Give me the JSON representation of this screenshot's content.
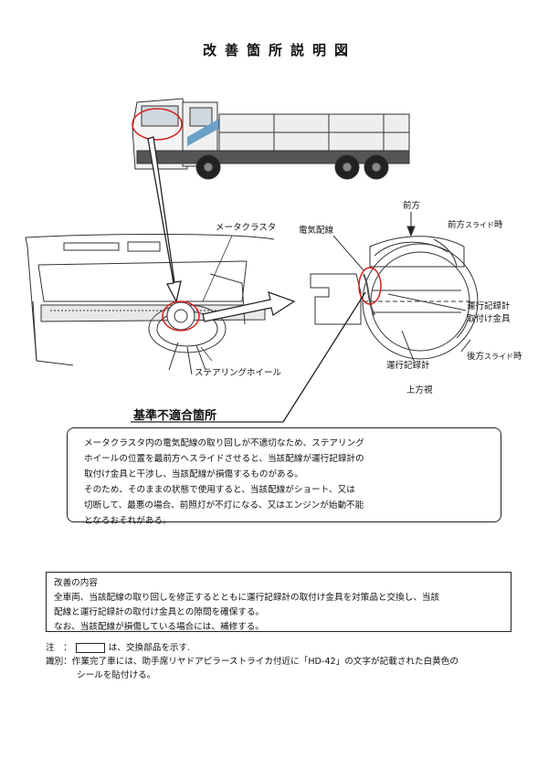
{
  "title": "改善箇所説明図",
  "labels": {
    "meter_cluster": "メータクラスタ",
    "steering_wheel": "ステアリングホイール",
    "wiring": "電気配線",
    "forward": "前方",
    "forward_slide_main": "前方",
    "forward_slide_small": "スライド",
    "forward_slide_end": "時",
    "recorder_bracket_1": "運行記録計",
    "recorder_bracket_2": "取付け金具",
    "rear_slide_main": "後方",
    "rear_slide_small": "スライド",
    "rear_slide_end": "時",
    "recorder": "運行記録計",
    "top_view": "上方視"
  },
  "nonconformity": {
    "heading": "基準不適合箇所",
    "lines": [
      "メータクラスタ内の電気配線の取り回しが不適切なため、ステアリング",
      "ホイールの位置を最前方へスライドさせると、当該配線が運行記録計の",
      "取付け金具と干渉し、当該配線が損傷するものがある。",
      "そのため、そのままの状態で使用すると、当該配線がショート、又は",
      "切断して、最悪の場合、前照灯が不灯になる、又はエンジンが始動不能",
      "となるおそれがある。"
    ]
  },
  "improvement": {
    "heading": "改善の内容",
    "lines": [
      "全車両、当該配線の取り回しを修正するとともに運行記録計の取付け金具を対策品と交換し、当該",
      "配線と運行記録計の取付け金具との隙間を確保する。",
      "なお、当該配線が損傷している場合には、補修する。"
    ]
  },
  "notes": {
    "note_label": "注　：",
    "note_text": "は、交換部品を示す.",
    "id_label": "識別：",
    "id_line1": "作業完了車には、助手席リヤドアピラーストライカ付近に「HD-42」の文字が記載された白黄色の",
    "id_line2": "シールを貼付ける。"
  },
  "colors": {
    "highlight": "#d42020",
    "line": "#222222"
  }
}
